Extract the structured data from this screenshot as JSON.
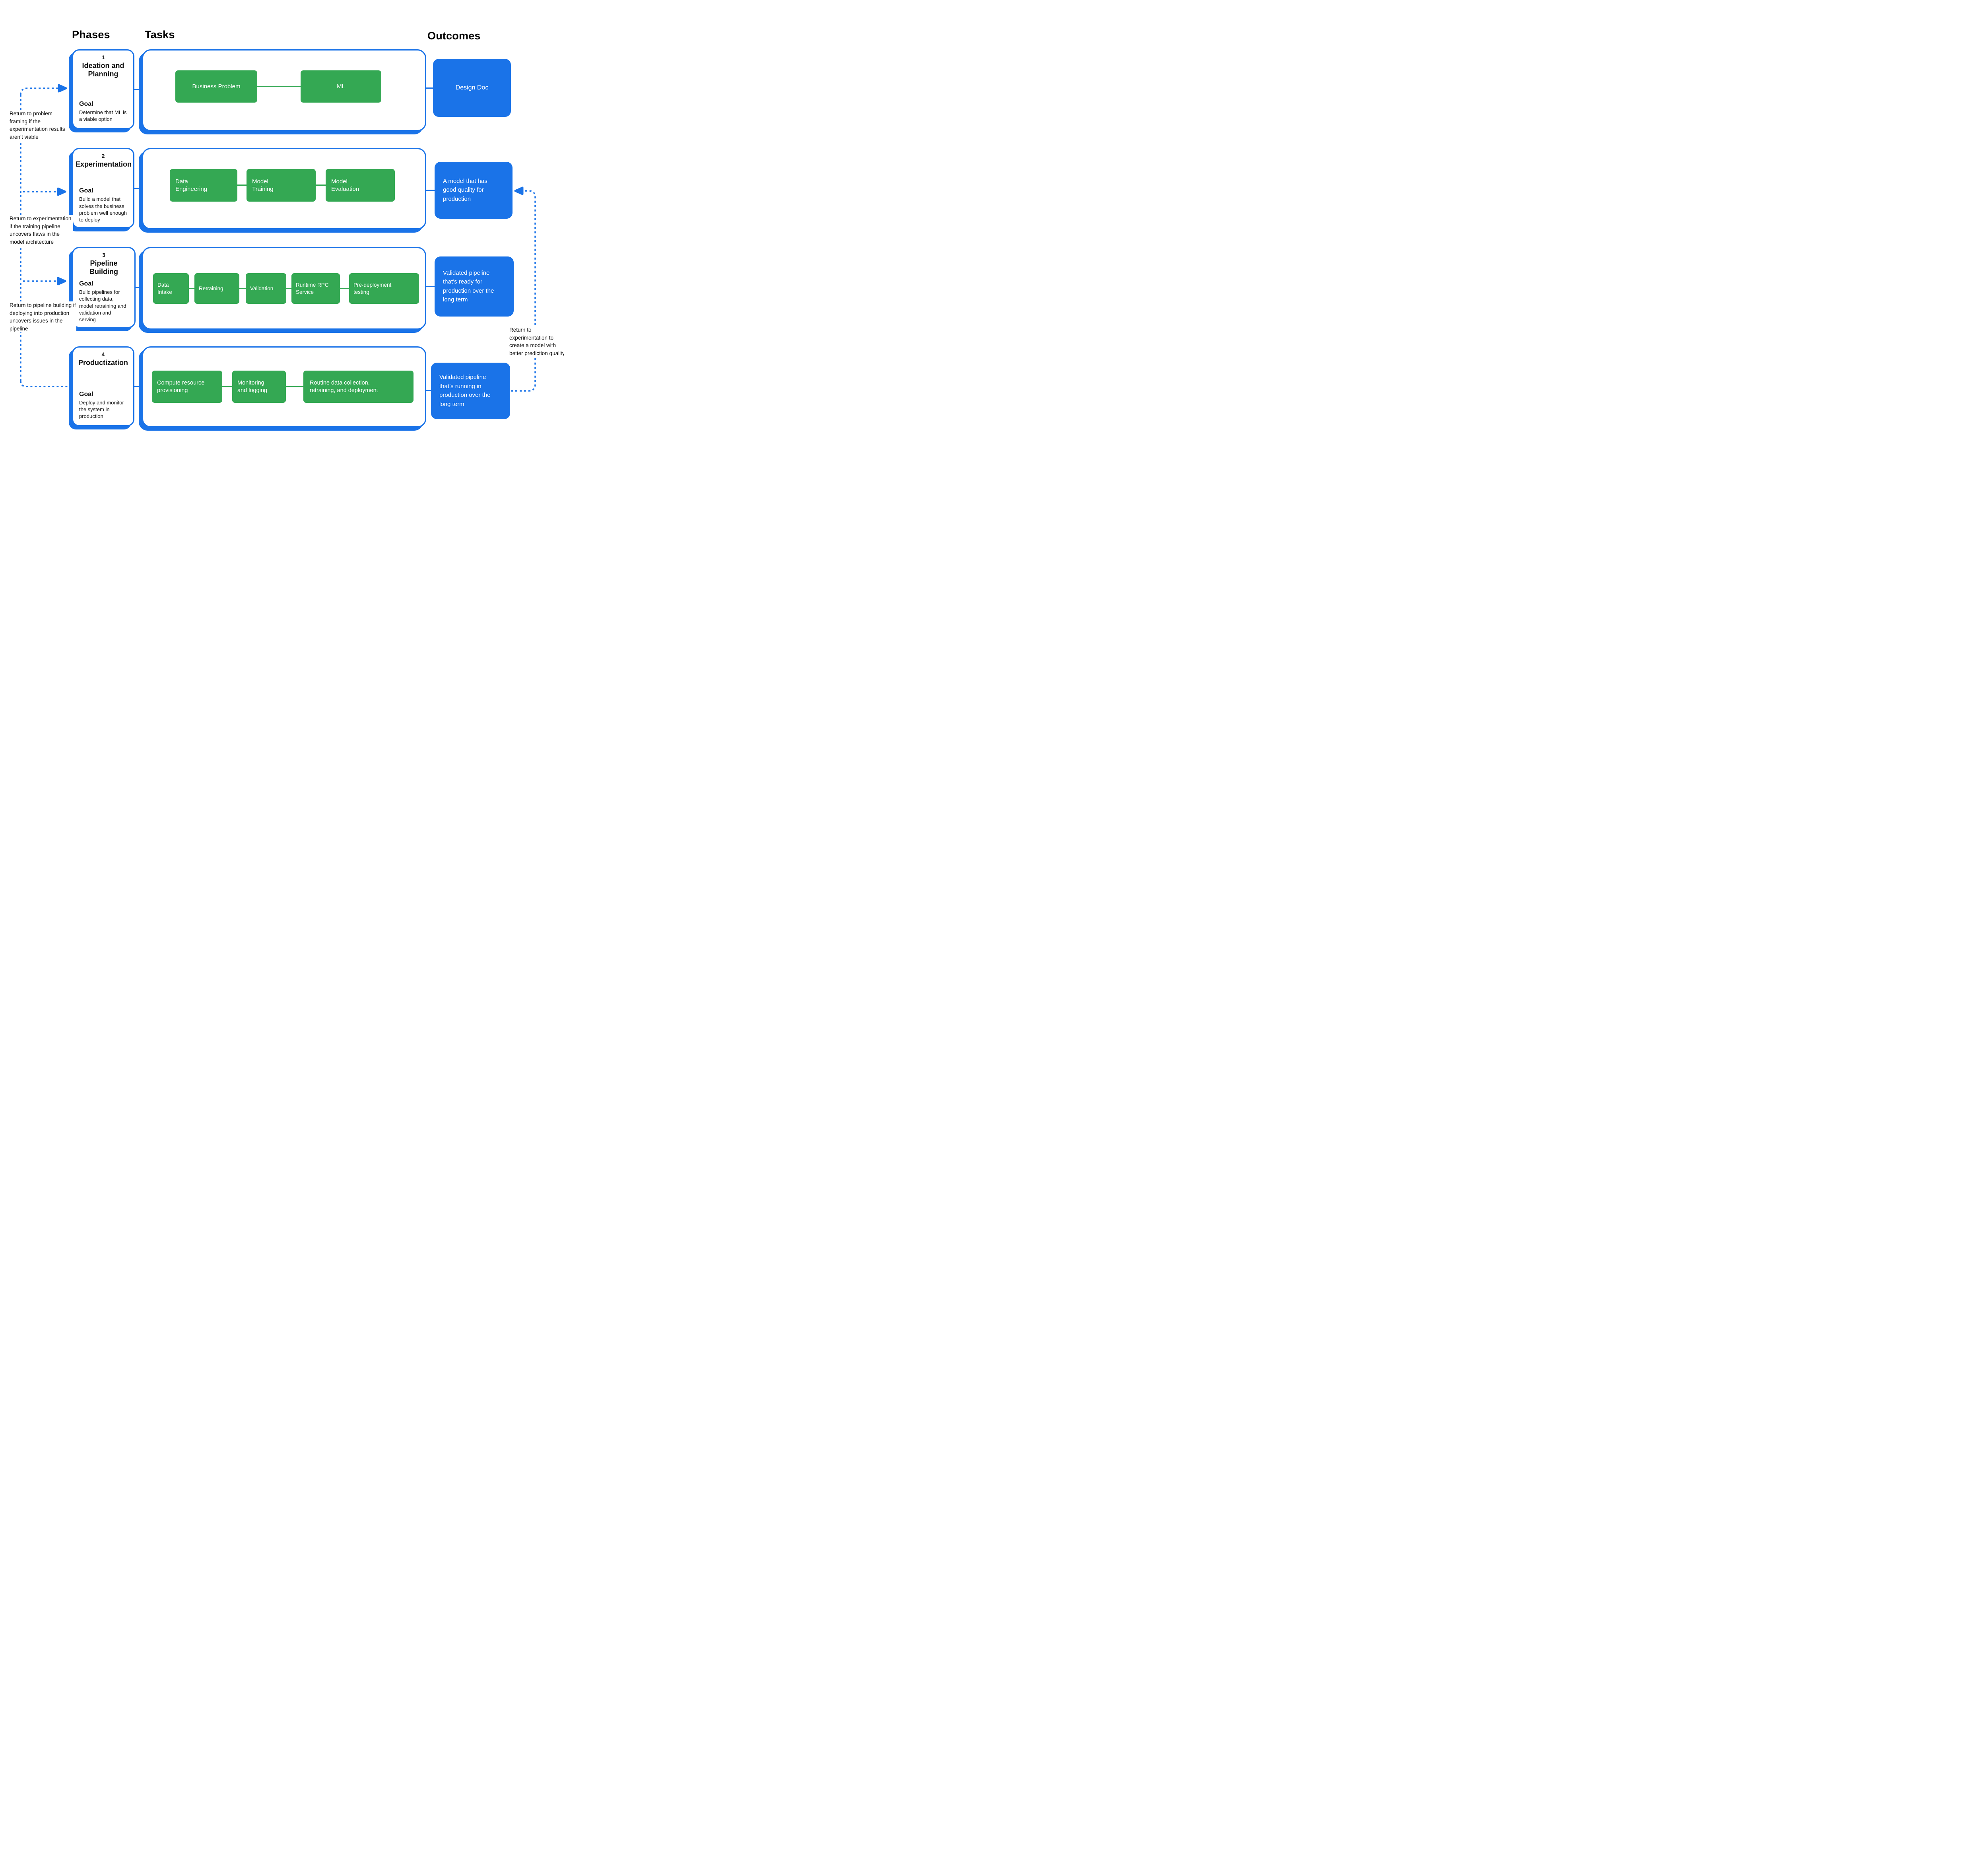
{
  "header": {
    "phases": "Phases",
    "tasks": "Tasks",
    "outcomes": "Outcomes"
  },
  "phases": [
    {
      "number": "1",
      "title": "Ideation and Planning",
      "goal_label": "Goal",
      "goal": "Determine that ML is a viable option"
    },
    {
      "number": "2",
      "title": "Experimentation",
      "goal_label": "Goal",
      "goal": "Build a model that solves the business problem well enough to deploy"
    },
    {
      "number": "3",
      "title": "Pipeline Building",
      "goal_label": "Goal",
      "goal": "Build pipelines for collecting data, model retraining and validation and serving"
    },
    {
      "number": "4",
      "title": "Productization",
      "goal_label": "Goal",
      "goal": "Deploy and monitor the system in production"
    }
  ],
  "tasks": {
    "row1": {
      "business_problem": "Business Problem",
      "ml": "ML"
    },
    "row2": {
      "data_engineering": "Data Engineering",
      "model_training": "Model Training",
      "model_evaluation": "Model Evaluation"
    },
    "row3": {
      "data_intake": "Data Intake",
      "retraining": "Retraining",
      "validation": "Validation",
      "runtime_rpc": "Runtime RPC Service",
      "pre_deployment": "Pre-deployment testing"
    },
    "row4": {
      "compute": "Compute resource provisioning",
      "monitoring": "Monitoring and logging",
      "routine": "Routine data collection, retraining, and deployment"
    }
  },
  "outcomes": [
    {
      "text": "Design Doc"
    },
    {
      "text": "A model that has good quality for production"
    },
    {
      "text": "Validated pipeline that’s ready for production over the long term"
    },
    {
      "text": "Validated pipeline that’s running in production over the long term"
    }
  ],
  "annotations": {
    "left1": "Return to problem framing if the experimentation results aren’t viable",
    "left2": "Return to experimentation if the training pipeline uncovers flaws in the model architecture",
    "left3": "Return to pipeline building if deploying into production uncovers issues in the pipeline",
    "right1": "Return to experimentation to create a model with better prediction quality"
  },
  "colors": {
    "blue": "#1a73e8",
    "green": "#34a853"
  }
}
